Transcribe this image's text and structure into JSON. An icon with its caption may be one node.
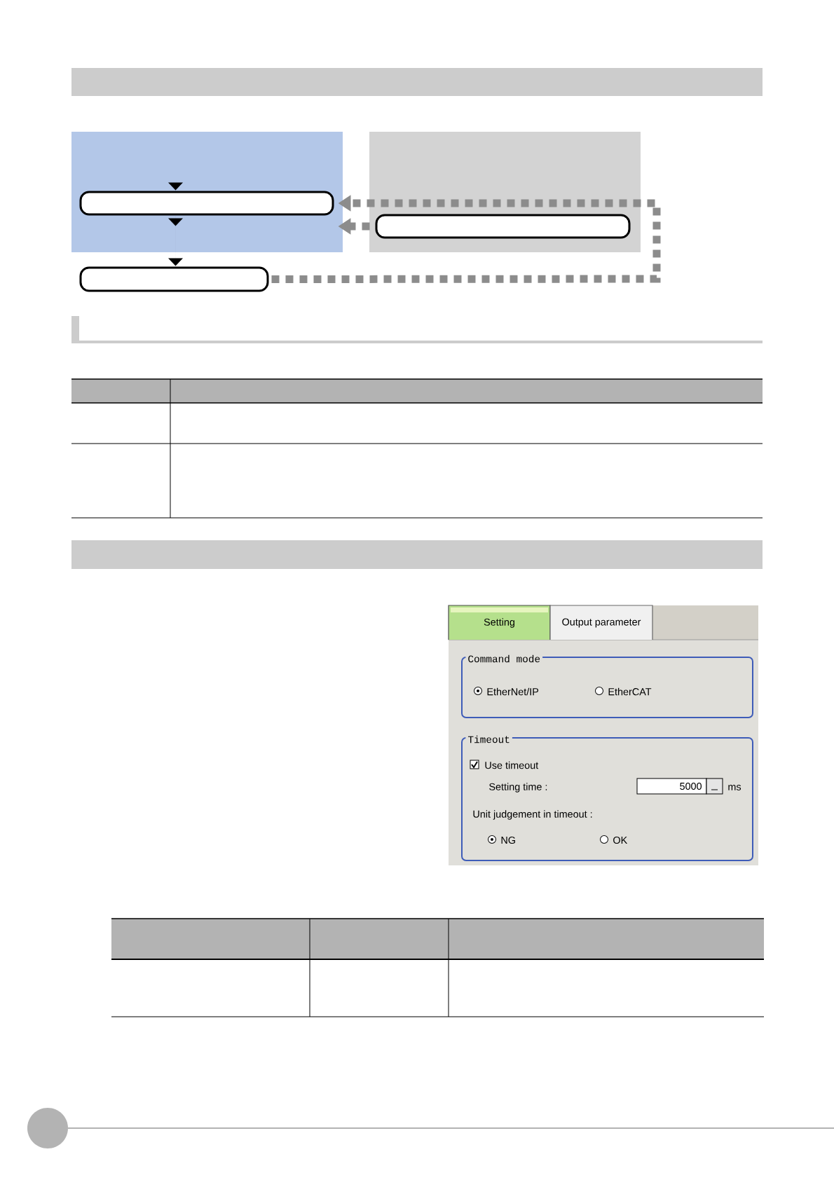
{
  "diagram": {
    "nodes": [
      {
        "text": [],
        "shape": "band"
      },
      {
        "text": [],
        "shape": "box"
      },
      {
        "text": [],
        "shape": "box",
        "in": 1
      },
      {
        "text": [],
        "shape": "box"
      },
      {
        "text": [],
        "shape": "box",
        "in": 3
      },
      {
        "text": [],
        "shape": "box"
      },
      {
        "text": [],
        "shape": "band"
      }
    ],
    "edges": [
      {
        "from": null,
        "to": 2,
        "arrow": "to"
      },
      {
        "from": 2,
        "to": 5,
        "arrow": "to"
      },
      {
        "from": 5,
        "to": 2,
        "arrow": "to",
        "style": "dashed",
        "color": "#8c8c8c"
      },
      {
        "from": 4,
        "to": 1,
        "arrow": "to",
        "style": "dashed",
        "color": "#8c8c8c"
      }
    ],
    "labels": [
      "Setting",
      "Output parameter",
      "Command mode",
      "EtherNet/IP",
      "EtherCAT",
      "Timeout",
      "Use timeout",
      "Setting time :",
      "5000",
      "ms",
      "Unit judgement in timeout :",
      "NG",
      "OK"
    ]
  }
}
